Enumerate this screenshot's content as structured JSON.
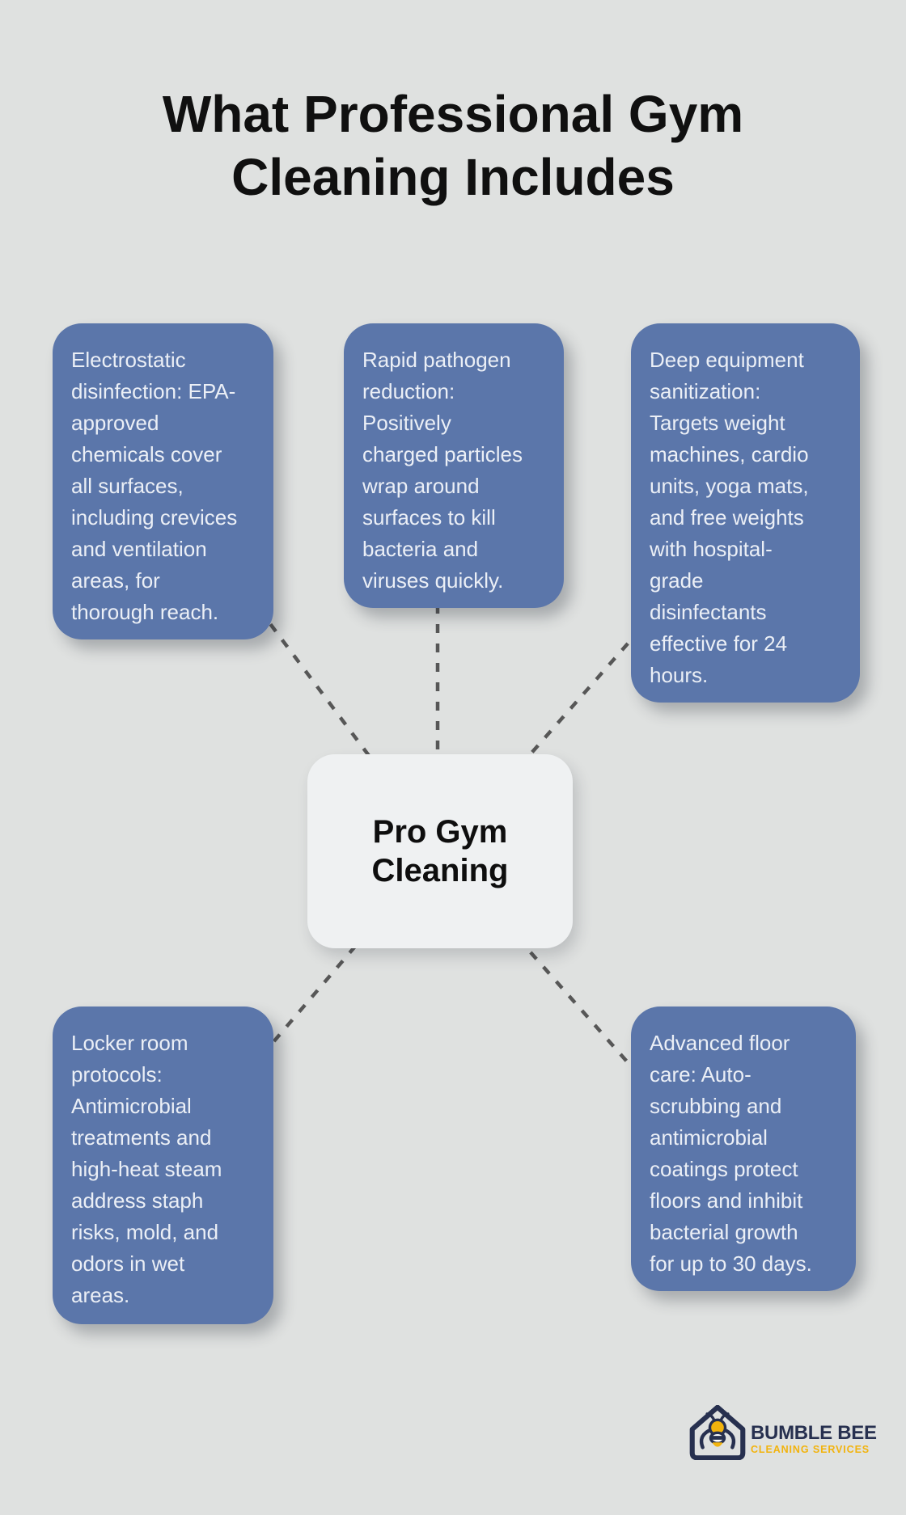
{
  "title": "What Professional Gym\nCleaning Includes",
  "center": {
    "label": "Pro Gym\nCleaning"
  },
  "nodes": [
    {
      "name": "electrostatic-disinfection",
      "text": "Electrostatic\ndisinfection: EPA-\napproved\nchemicals cover\nall surfaces,\nincluding crevices\nand ventilation\nareas, for\nthorough reach."
    },
    {
      "name": "rapid-pathogen-reduction",
      "text": "Rapid pathogen\nreduction:\nPositively\ncharged particles\nwrap around\nsurfaces to kill\nbacteria and\nviruses quickly."
    },
    {
      "name": "deep-equipment-sanitization",
      "text": "Deep equipment\nsanitization:\nTargets weight\nmachines, cardio\nunits, yoga mats,\nand free weights\nwith hospital-\ngrade\ndisinfectants\neffective for 24\nhours."
    },
    {
      "name": "locker-room-protocols",
      "text": "Locker room\nprotocols:\nAntimicrobial\ntreatments and\nhigh-heat steam\naddress staph\nrisks, mold, and\nodors in wet\nareas."
    },
    {
      "name": "advanced-floor-care",
      "text": "Advanced floor\ncare: Auto-\nscrubbing and\nantimicrobial\ncoatings protect\nfloors and inhibit\nbacterial growth\nfor up to 30 days."
    }
  ],
  "logo": {
    "name": "BUMBLE BEE",
    "tagline": "CLEANING SERVICES"
  },
  "colors": {
    "background": "#dfe1e0",
    "node_fill": "#5b76aa",
    "node_text": "#ebeff6",
    "center_fill": "#eff1f2",
    "center_text": "#0e0e0e",
    "connector": "#575757",
    "title_text": "#101010",
    "logo_navy": "#27304f",
    "logo_yellow": "#f2b30d"
  }
}
